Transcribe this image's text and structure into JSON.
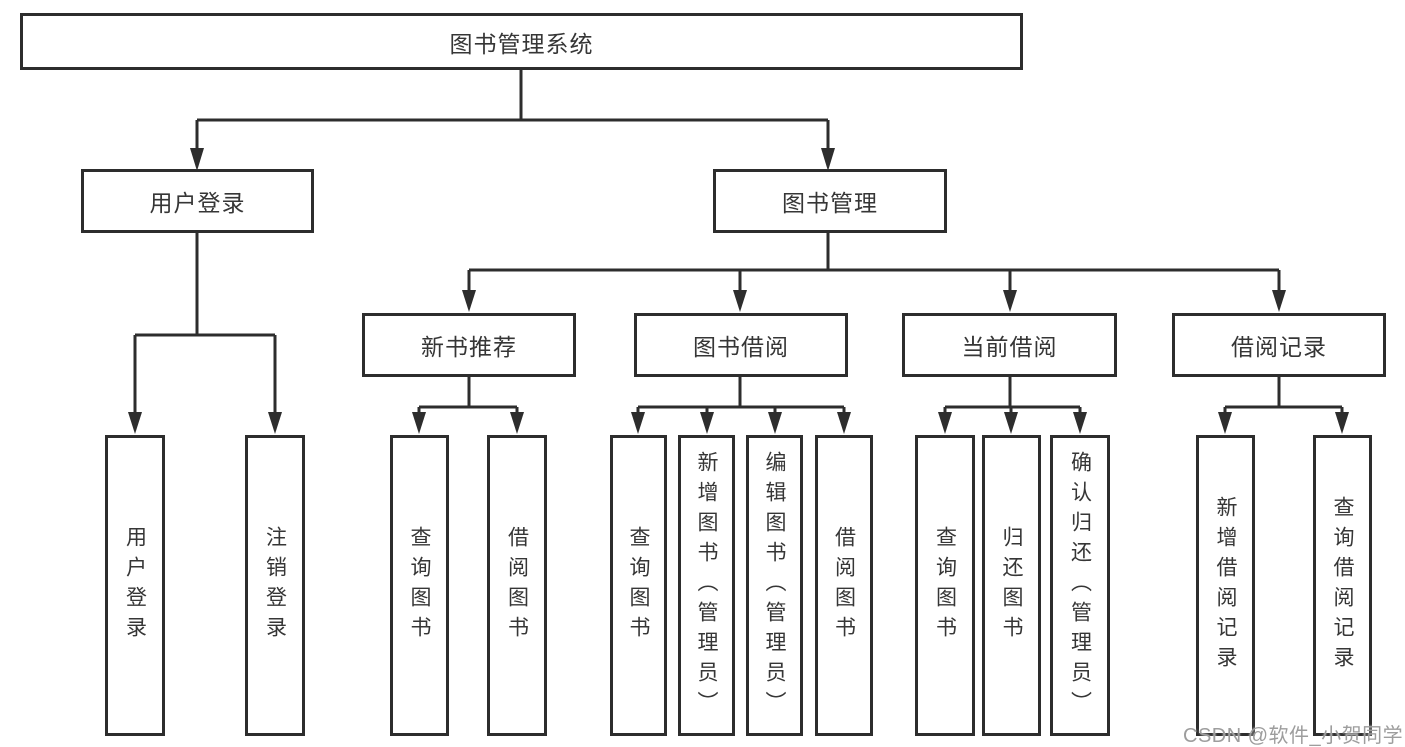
{
  "colors": {
    "line": "#2d2d2d",
    "text": "#363636",
    "background": "#ffffff",
    "watermark": "#9d9d9d"
  },
  "tree": {
    "root": {
      "label": "图书管理系统"
    },
    "level2": [
      {
        "label": "用户登录"
      },
      {
        "label": "图书管理"
      }
    ],
    "level3": [
      {
        "label": "新书推荐"
      },
      {
        "label": "图书借阅"
      },
      {
        "label": "当前借阅"
      },
      {
        "label": "借阅记录"
      }
    ],
    "leaves": {
      "user_login": [
        "用户登录",
        "注销登录"
      ],
      "new_book": [
        "查询图书",
        "借阅图书"
      ],
      "borrow": [
        "查询图书",
        "新增图书（管理员）",
        "编辑图书（管理员）",
        "借阅图书"
      ],
      "current": [
        "查询图书",
        "归还图书",
        "确认归还（管理员）"
      ],
      "records": [
        "新增借阅记录",
        "查询借阅记录"
      ]
    }
  },
  "watermark": {
    "text": "CSDN @软件_小贺同学"
  }
}
